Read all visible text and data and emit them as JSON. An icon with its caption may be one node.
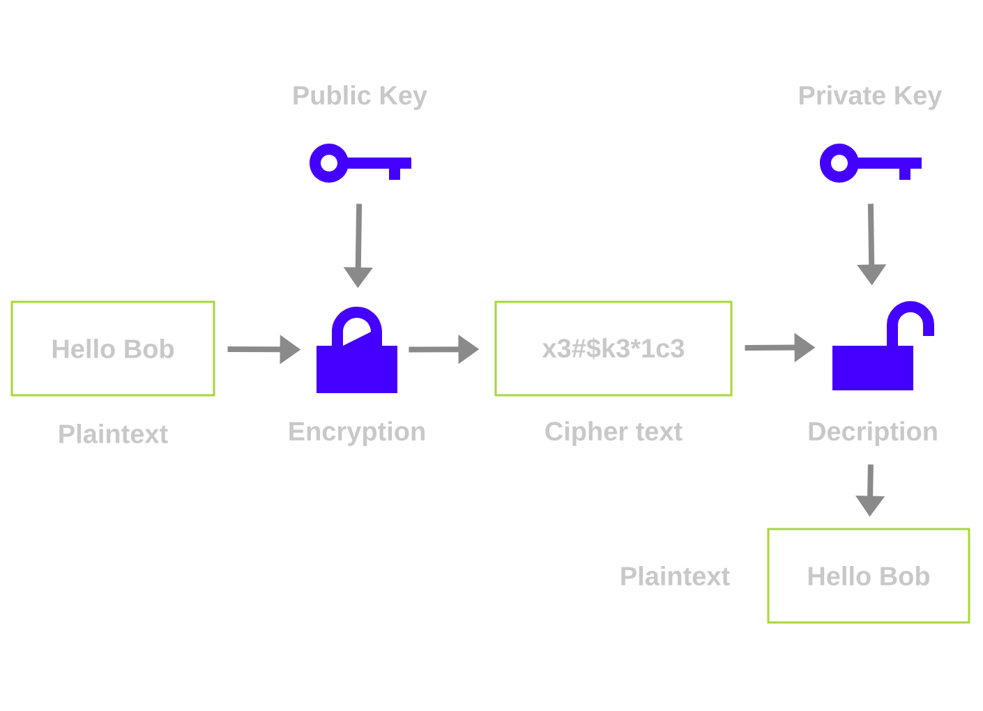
{
  "diagram": {
    "nodes": [
      {
        "text": [],
        "shape": "picture",
        "beside": [
          "Public Key"
        ]
      },
      {
        "text": [],
        "shape": "picture",
        "beside": [
          "Private Key"
        ]
      },
      {
        "text": [
          "Hello Bob"
        ],
        "beside": [
          "Plaintext"
        ]
      },
      {
        "text": [],
        "shape": "picture",
        "beside": [
          "Encryption"
        ]
      },
      {
        "text": [
          "x3#$k3*1c3"
        ],
        "beside": [
          "Cipher text"
        ]
      },
      {
        "text": [],
        "shape": "picture",
        "beside": [
          "Decription"
        ]
      },
      {
        "text": [
          "Hello Bob"
        ],
        "beside": [
          "Plaintext"
        ]
      }
    ],
    "edges": [
      {
        "from": 0,
        "to": 3,
        "arrow": "to"
      },
      {
        "from": 1,
        "to": 5,
        "arrow": "to"
      },
      {
        "from": 2,
        "to": 3,
        "arrow": "to"
      },
      {
        "from": 3,
        "to": 4,
        "arrow": "to"
      },
      {
        "from": 4,
        "to": 5,
        "arrow": "to"
      },
      {
        "from": 5,
        "to": 6,
        "arrow": "to"
      }
    ]
  }
}
